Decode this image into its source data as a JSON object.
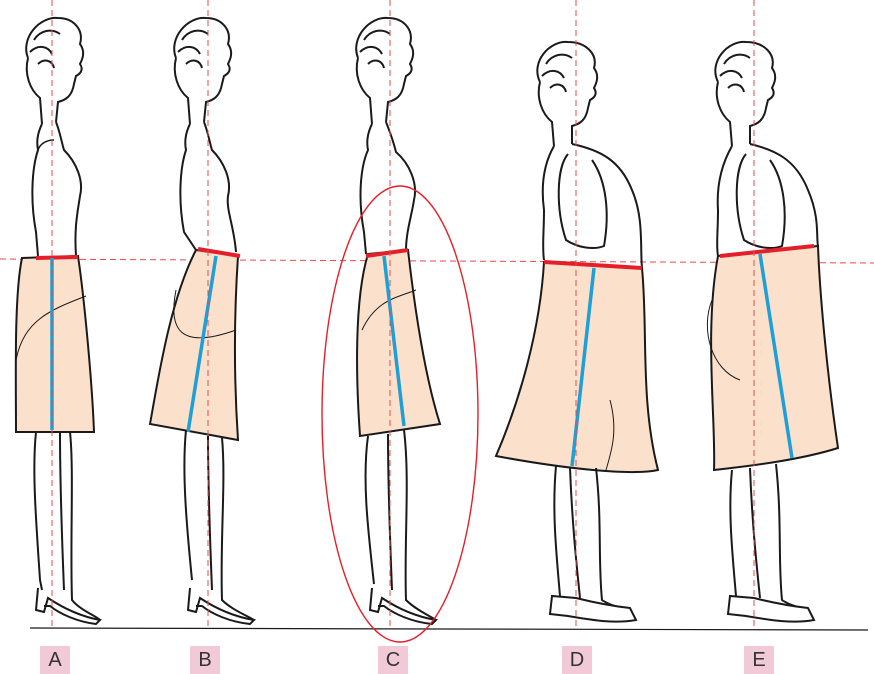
{
  "figures": [
    {
      "label": "A"
    },
    {
      "label": "B"
    },
    {
      "label": "C"
    },
    {
      "label": "D"
    },
    {
      "label": "E"
    }
  ],
  "colors": {
    "skirt_fill": "#fbe0cc",
    "waistband": "#e3202a",
    "grain_line": "#1e9fd6",
    "guide_line": "#e84a4a",
    "outline": "#1a1a1a",
    "label_bg": "#f2c9d6"
  }
}
